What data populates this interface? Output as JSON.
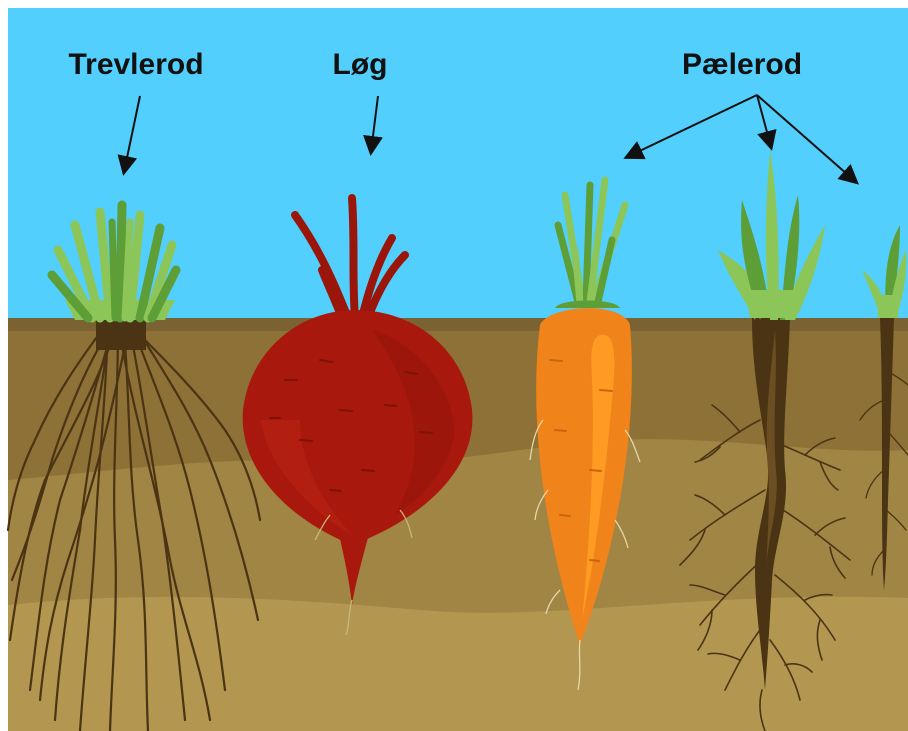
{
  "labels": {
    "fibrous": "Trevlerod",
    "bulb": "Løg",
    "taproot": "Pælerod"
  },
  "colors": {
    "sky": "#52cffc",
    "soil_top": "#7a6233",
    "soil_mid": "#9c7e3f",
    "soil_low": "#b39650",
    "beet": "#a8180c",
    "beet_dark": "#7e1208",
    "carrot": "#f0841a",
    "carrot_light": "#ff9a22",
    "leaf": "#8cc659",
    "leaf_dark": "#5d9e36",
    "root_brown": "#4a3414"
  }
}
